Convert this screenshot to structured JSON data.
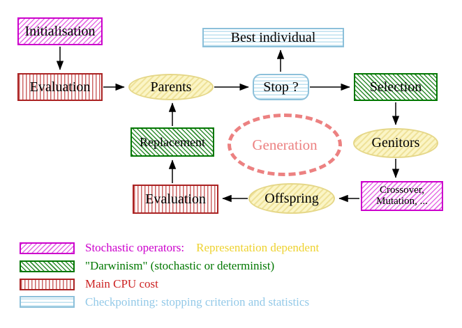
{
  "diagram": {
    "nodes": {
      "initialisation": {
        "label": "Initialisation"
      },
      "evaluation_top": {
        "label": "Evaluation"
      },
      "parents": {
        "label": "Parents"
      },
      "best_individual": {
        "label": "Best individual"
      },
      "stop": {
        "label": "Stop ?"
      },
      "selection": {
        "label": "Selection"
      },
      "genitors": {
        "label": "Genitors"
      },
      "crossover_mutation": {
        "line1": "Crossover,",
        "line2": "Mutation, ..."
      },
      "offspring": {
        "label": "Offspring"
      },
      "evaluation_bottom": {
        "label": "Evaluation"
      },
      "replacement": {
        "label": "Replacement"
      },
      "generation": {
        "label": "Generation"
      }
    },
    "legend": {
      "row1": {
        "part1": "Stochastic operators:",
        "part2": "Representation dependent"
      },
      "row2": {
        "text": "\"Darwinism\" (stochastic or determinist)"
      },
      "row3": {
        "text": "Main CPU cost"
      },
      "row4": {
        "text": "Checkpointing: stopping criterion and statistics"
      }
    },
    "colors": {
      "stochastic_magenta": "#cc00cc",
      "darwinism_green": "#007700",
      "cpu_red": "#cc2222",
      "checkpoint_cyan": "#93c9e8",
      "representation_yellow": "#eed22f",
      "generation_salmon": "#ec8181",
      "ellipse_yellow_border": "#e5d788",
      "arrow_black": "#000000"
    }
  }
}
